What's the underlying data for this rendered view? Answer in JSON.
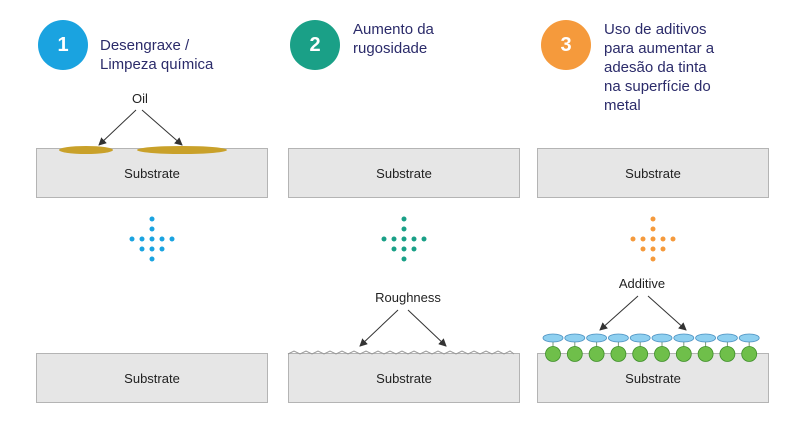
{
  "steps": [
    {
      "number": "1",
      "title": "Desengraxe /\nLimpeza química",
      "color": "#1aa3e0",
      "dot_color": "#1aa3e0"
    },
    {
      "number": "2",
      "title": "Aumento da\nrugosidade",
      "color": "#1aa087",
      "dot_color": "#1aa087"
    },
    {
      "number": "3",
      "title": "Uso de aditivos\npara aumentar  a\nadesão da tinta\nna superfície do\nmetal",
      "color": "#f59a3c",
      "dot_color": "#f59a3c"
    }
  ],
  "substrate_label": "Substrate",
  "labels": {
    "oil": "Oil",
    "roughness": "Roughness",
    "additive": "Additive"
  },
  "colors": {
    "oil": "#c9a12a",
    "additive_top": "#8fd0f0",
    "additive_bottom": "#6fbf4a",
    "substrate_fill": "#e6e6e6",
    "substrate_border": "#b4b4b4"
  }
}
